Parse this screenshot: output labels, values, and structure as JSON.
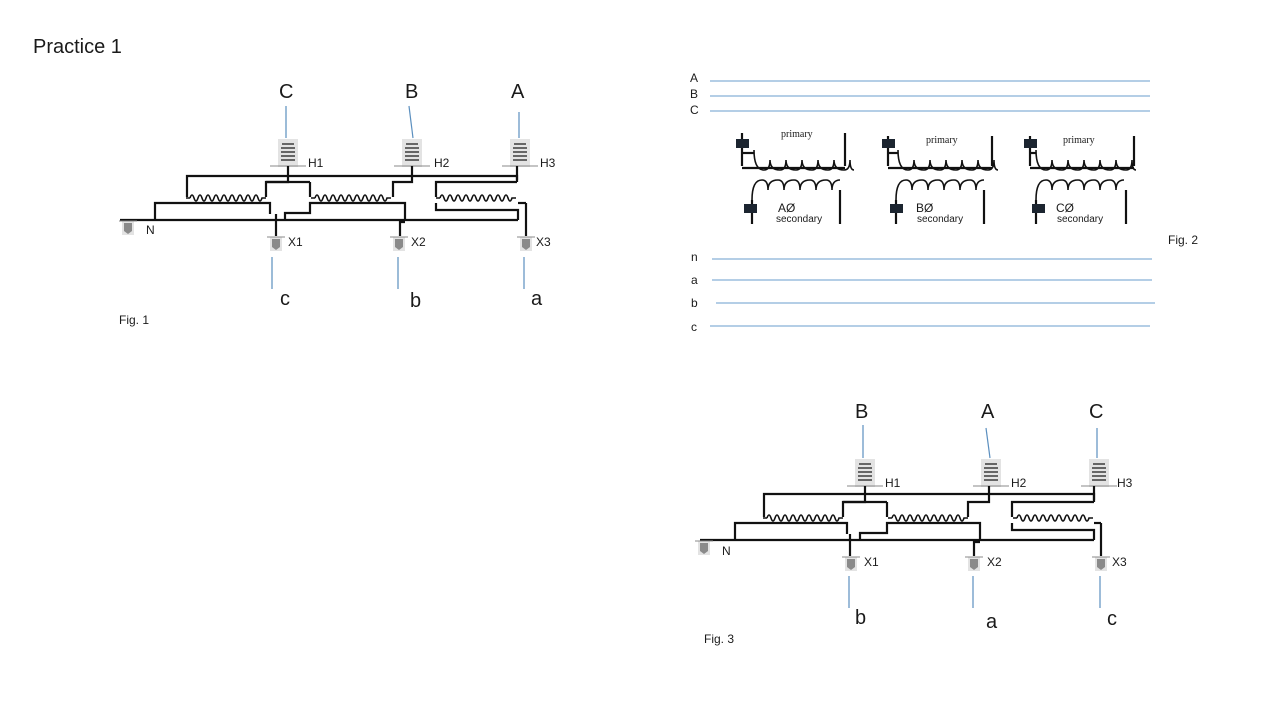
{
  "title": "Practice 1",
  "fig1": {
    "caption": "Fig. 1",
    "primary_terminals": [
      "H1",
      "H2",
      "H3"
    ],
    "primary_lines": [
      "C",
      "B",
      "A"
    ],
    "secondary_terminals": [
      "X1",
      "X2",
      "X3"
    ],
    "secondary_lines": [
      "c",
      "b",
      "a"
    ],
    "neutral": "N"
  },
  "fig2": {
    "caption": "Fig. 2",
    "primary_buses": [
      "A",
      "B",
      "C"
    ],
    "secondary_buses": [
      "n",
      "a",
      "b",
      "c"
    ],
    "primary_label": "primary",
    "secondary_label": "secondary",
    "phases": [
      "AØ",
      "BØ",
      "CØ"
    ]
  },
  "fig3": {
    "caption": "Fig. 3",
    "primary_terminals": [
      "H1",
      "H2",
      "H3"
    ],
    "primary_lines": [
      "B",
      "A",
      "C"
    ],
    "secondary_terminals": [
      "X1",
      "X2",
      "X3"
    ],
    "secondary_lines": [
      "b",
      "a",
      "c"
    ],
    "neutral": "N"
  }
}
